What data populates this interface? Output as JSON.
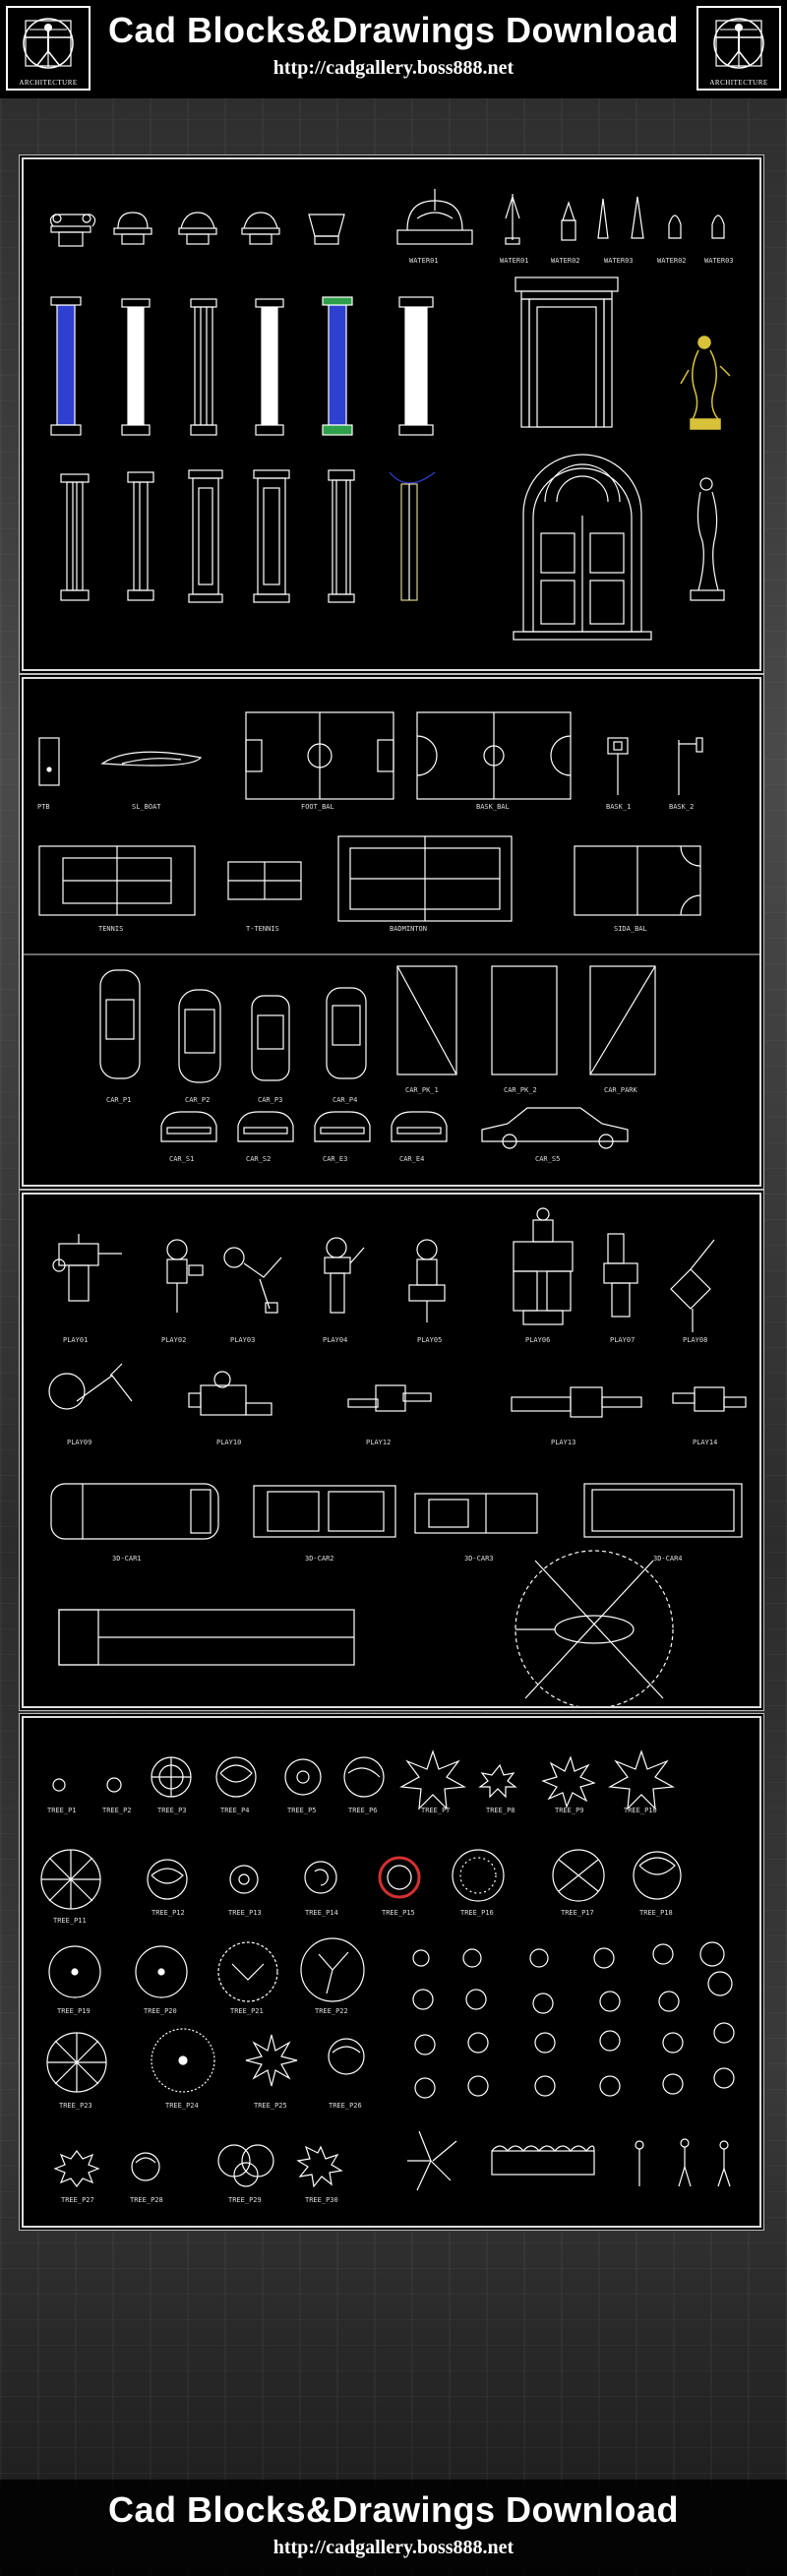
{
  "header": {
    "title": "Cad Blocks&Drawings Download",
    "url": "http://cadgallery.boss888.net",
    "logo_text": "ARCHITECTURE"
  },
  "footer": {
    "title": "Cad Blocks&Drawings Download",
    "url": "http://cadgallery.boss888.net"
  },
  "panels": {
    "classical": {
      "labels": [
        "WATER01",
        "WATER01",
        "WATER02",
        "WATER03",
        "WATER02",
        "WATER03"
      ]
    },
    "sports": {
      "labels": [
        "PTB",
        "SL_BOAT",
        "FOOT_BAL",
        "BASK_BAL",
        "BASK_1",
        "BASK_2",
        "TENNIS",
        "T-TENNIS",
        "BADMINTON",
        "SIDA_BAL"
      ],
      "vehicle_labels": [
        "CAR_P1",
        "CAR_P2",
        "CAR_P3",
        "CAR_P4",
        "CAR_PK_1",
        "CAR_PK_2",
        "CAR_PARK",
        "CAR_S1",
        "CAR_S2",
        "CAR_E3",
        "CAR_E4",
        "CAR_S5"
      ]
    },
    "playground": {
      "labels": [
        "PLAY01",
        "PLAY02",
        "PLAY03",
        "PLAY04",
        "PLAY05",
        "PLAY06",
        "PLAY07",
        "PLAY08",
        "PLAY09",
        "PLAY10",
        "PLAY12",
        "PLAY13",
        "PLAY14",
        "3D-CAR1",
        "3D-CAR2",
        "3D-CAR3",
        "3D-CAR4"
      ]
    },
    "trees": {
      "labels": [
        "TREE_P1",
        "TREE_P2",
        "TREE_P3",
        "TREE_P4",
        "TREE_P5",
        "TREE_P6",
        "TREE_P7",
        "TREE_P8",
        "TREE_P9",
        "TREE_P10",
        "TREE_P11",
        "TREE_P12",
        "TREE_P13",
        "TREE_P14",
        "TREE_P15",
        "TREE_P16",
        "TREE_P17",
        "TREE_P18",
        "TREE_P19",
        "TREE_P20",
        "TREE_P21",
        "TREE_P22",
        "TREE_P23",
        "TREE_P24",
        "TREE_P25",
        "TREE_P26",
        "TREE_P27",
        "TREE_P28",
        "TREE_P29",
        "TREE_P30"
      ]
    }
  },
  "colors": {
    "line": "#ffffff",
    "column_blue": "#2f3fd0",
    "column_green": "#2e9f4a",
    "statue_gold": "#d8c23a",
    "tree_red": "#d23030",
    "column_yellow_line": "#d6d08a"
  }
}
